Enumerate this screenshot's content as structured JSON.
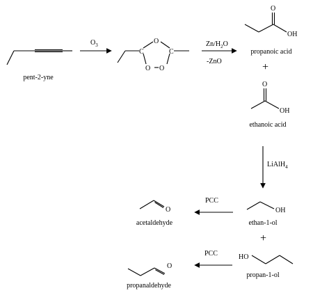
{
  "compounds": {
    "pentyne": "pent-2-yne",
    "propanoic_acid": "propanoic acid",
    "ethanoic_acid": "ethanoic acid",
    "ethanol": "ethan-1-ol",
    "propanol": "propan-1-ol",
    "acetaldehyde": "acetaldehyde",
    "propanaldehyde": "propanaldehyde"
  },
  "reagents": {
    "ozonolysis": "O3",
    "workup_line1": "Zn/H2O",
    "workup_line2": "-ZnO",
    "reduction": "LiAlH4",
    "oxidation_1": "PCC",
    "oxidation_2": "PCC"
  },
  "symbols": {
    "plus_1": "+",
    "plus_2": "+"
  },
  "atoms": {
    "ozonide_C": "C",
    "ozonide_O": "O",
    "carbonyl_O": "O",
    "hydroxyl_OH": "OH",
    "hydroxyl_HO": "HO"
  }
}
